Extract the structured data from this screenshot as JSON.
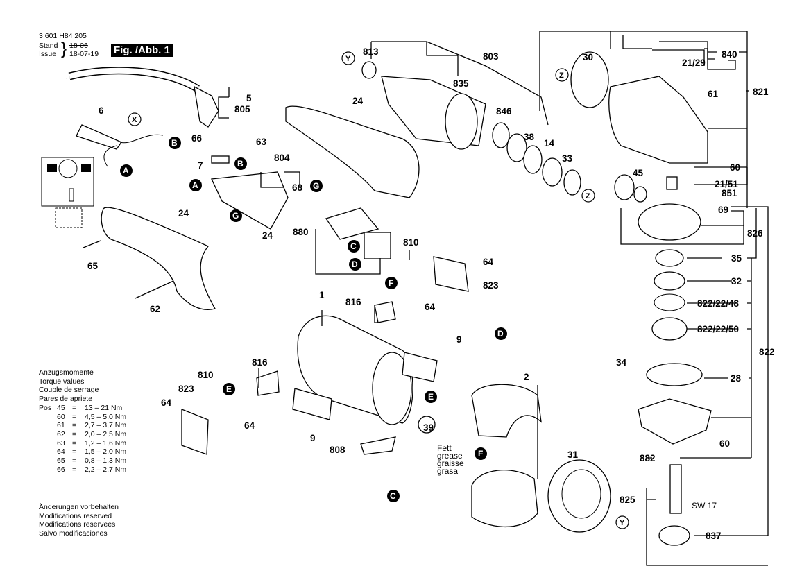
{
  "header": {
    "part_number": "3 601 H84 205",
    "stand_label": "Stand",
    "issue_label": "Issue",
    "stand_value_struck": "18-06",
    "issue_value": "18-07-19",
    "figure_label": "Fig. /Abb. 1"
  },
  "torque": {
    "titles": [
      "Anzugsmomente",
      "Torque values",
      "Couple de serrage",
      "Pares de apriete"
    ],
    "pos_label": "Pos",
    "rows": [
      {
        "pos": "45",
        "eq": "=",
        "value": "13  – 21 Nm"
      },
      {
        "pos": "60",
        "eq": "=",
        "value": "4,5 – 5,0 Nm"
      },
      {
        "pos": "61",
        "eq": "=",
        "value": "2,7 – 3,7 Nm"
      },
      {
        "pos": "62",
        "eq": "=",
        "value": "2,0 – 2,5 Nm"
      },
      {
        "pos": "63",
        "eq": "=",
        "value": "1,2 – 1,6 Nm"
      },
      {
        "pos": "64",
        "eq": "=",
        "value": "1,5 – 2,0 Nm"
      },
      {
        "pos": "65",
        "eq": "=",
        "value": "0,8 – 1,3 Nm"
      },
      {
        "pos": "66",
        "eq": "=",
        "value": "2,2 – 2,7 Nm"
      }
    ]
  },
  "disclaimer": [
    "Änderungen vorbehalten",
    "Modifications reserved",
    "Modifications reservees",
    "Salvo modificaciones"
  ],
  "grease_note": [
    "Fett",
    "grease",
    "graisse",
    "grasa"
  ],
  "thread_note": "SW 17",
  "part_labels": {
    "p813": "813",
    "p803": "803",
    "p835": "835",
    "p30": "30",
    "p840": "840",
    "p2129": "21/29",
    "p821": "821",
    "p61": "61",
    "p846": "846",
    "p38": "38",
    "p14": "14",
    "p33": "33",
    "p60a": "60",
    "p2151": "21/51",
    "p851": "851",
    "p45": "45",
    "p69": "69",
    "p826": "826",
    "p35": "35",
    "p32": "32",
    "p8222248": "822/22/48",
    "p8222250": "822/22/50",
    "p822": "822",
    "p34": "34",
    "p28": "28",
    "p60b": "60",
    "p882": "882",
    "p825": "825",
    "p837": "837",
    "p31": "31",
    "p5": "5",
    "p805": "805",
    "p6": "6",
    "p24a": "24",
    "p66": "66",
    "p63": "63",
    "p804": "804",
    "p7": "7",
    "p68": "68",
    "p24b": "24",
    "p880": "880",
    "p24c": "24",
    "p65": "65",
    "p62": "62",
    "p810a": "810",
    "p64a": "64",
    "p823a": "823",
    "p816a": "816",
    "p64b": "64",
    "p1": "1",
    "p9a": "9",
    "p810b": "810",
    "p816b": "816",
    "p823b": "823",
    "p64c": "64",
    "p64d": "64",
    "p9b": "9",
    "p808": "808",
    "p39": "39",
    "p2": "2"
  },
  "connectors": {
    "A": "A",
    "B": "B",
    "C": "C",
    "D": "D",
    "E": "E",
    "F": "F",
    "G": "G",
    "X": "X",
    "Y": "Y",
    "Z": "Z"
  }
}
